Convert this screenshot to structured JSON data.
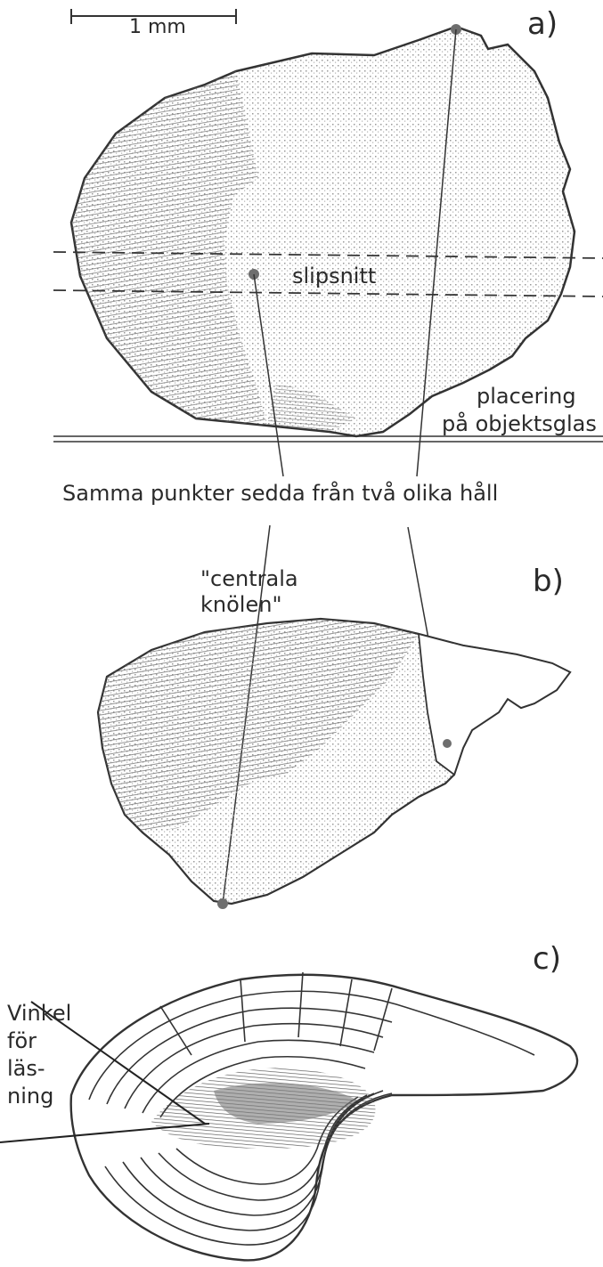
{
  "scale_bar": {
    "label": "1 mm"
  },
  "panel_a": {
    "letter": "a)",
    "section_label": "slipsnitt",
    "placement_label_line1": "placering",
    "placement_label_line2": "på objektsglas"
  },
  "caption": "Samma punkter sedda från två olika håll",
  "panel_b": {
    "letter": "b)",
    "nucleus_label_line1": "\"centrala",
    "nucleus_label_line2": "knölen\""
  },
  "panel_c": {
    "letter": "c)",
    "angle_label_lines": [
      "Vinkel",
      "för",
      "läs-",
      "ning"
    ]
  },
  "colors": {
    "ink": "#333333",
    "shade": "#8a8a8a",
    "dot": "#6e6e6e"
  }
}
